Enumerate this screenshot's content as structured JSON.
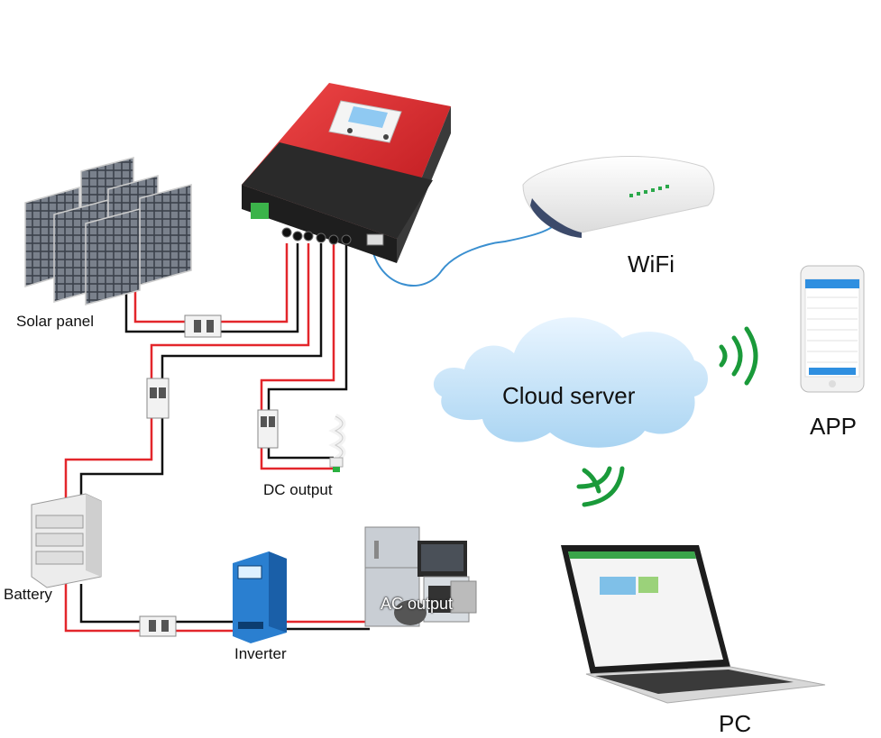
{
  "labels": {
    "solar_panel": "Solar panel",
    "battery": "Battery",
    "inverter": "Inverter",
    "dc_output": "DC output",
    "ac_output": "AC output",
    "wifi": "WiFi",
    "cloud_server": "Cloud server",
    "app": "APP",
    "pc": "PC"
  },
  "colors": {
    "controller_red": "#e3262b",
    "controller_dark": "#2a2a2a",
    "wire_red": "#e3262b",
    "wire_black": "#111111",
    "cable_blue": "#3a8fd0",
    "signal_green": "#1a9a3a",
    "cloud_blue": "#cfe8fa",
    "inverter_blue": "#2a7fd0"
  }
}
